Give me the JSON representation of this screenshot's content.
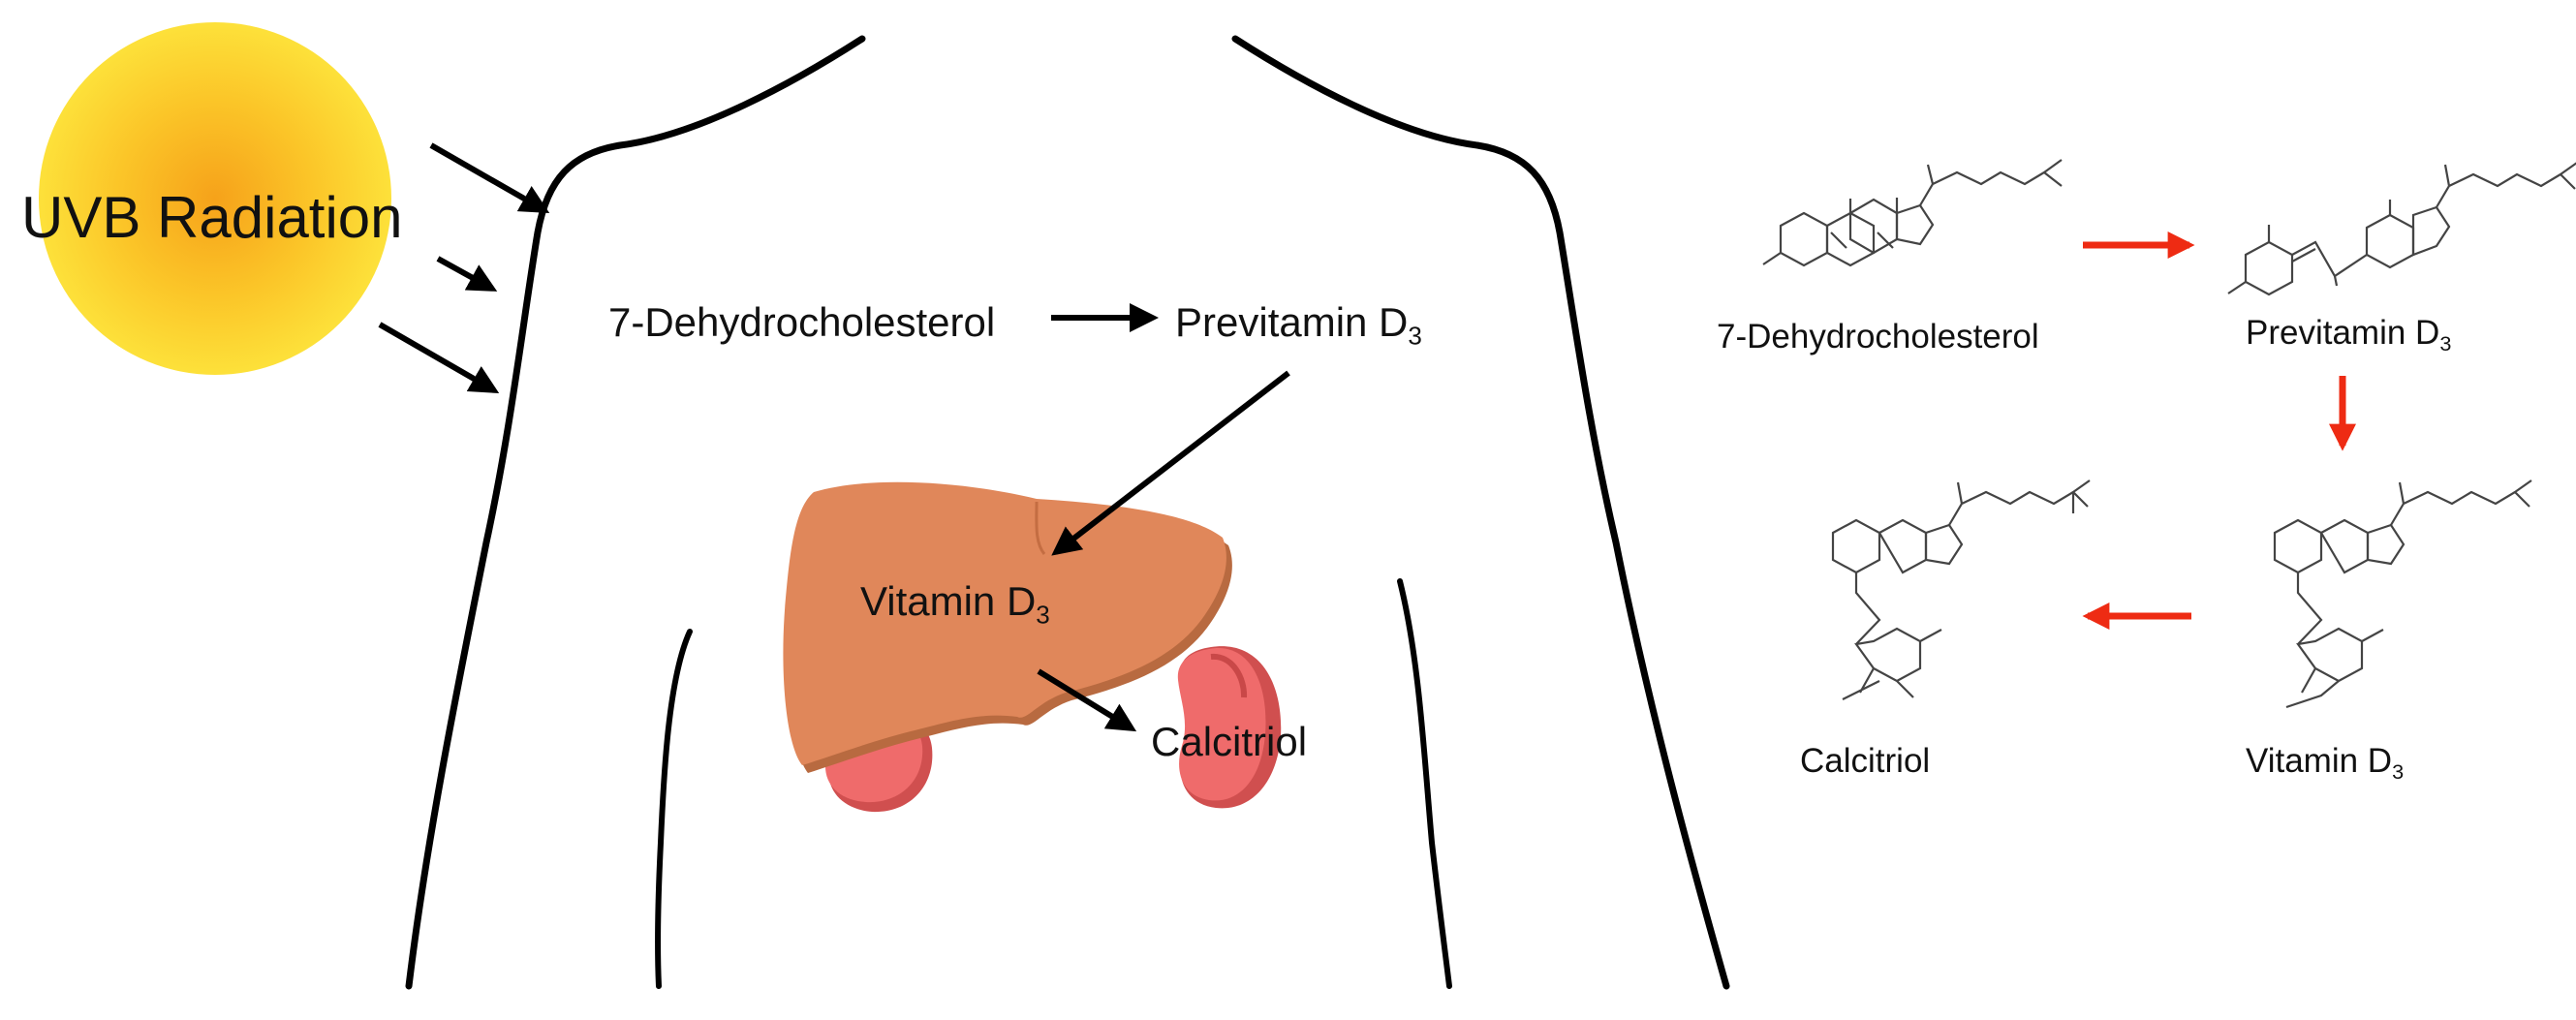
{
  "sun": {
    "label": "UVB Radiation"
  },
  "body_panel": {
    "label_7dhc": "7-Dehydrocholesterol",
    "label_previtamin": "Previtamin D",
    "label_previtamin_sub": "3",
    "label_vitamin": "Vitamin D",
    "label_vitamin_sub": "3",
    "label_calcitriol": "Calcitriol"
  },
  "structure_panel": {
    "label_7dhc": "7-Dehydrocholesterol",
    "label_previtamin": "Previtamin D",
    "label_previtamin_sub": "3",
    "label_vitamin": "Vitamin D",
    "label_vitamin_sub": "3",
    "label_calcitriol": "Calcitriol"
  },
  "colors": {
    "sun_core": "#f6a21a",
    "sun_edge": "#fde13a",
    "liver": "#e0875a",
    "kidney": "#ef6b6b",
    "arrow_black": "#000000",
    "arrow_red": "#ee2b13"
  }
}
